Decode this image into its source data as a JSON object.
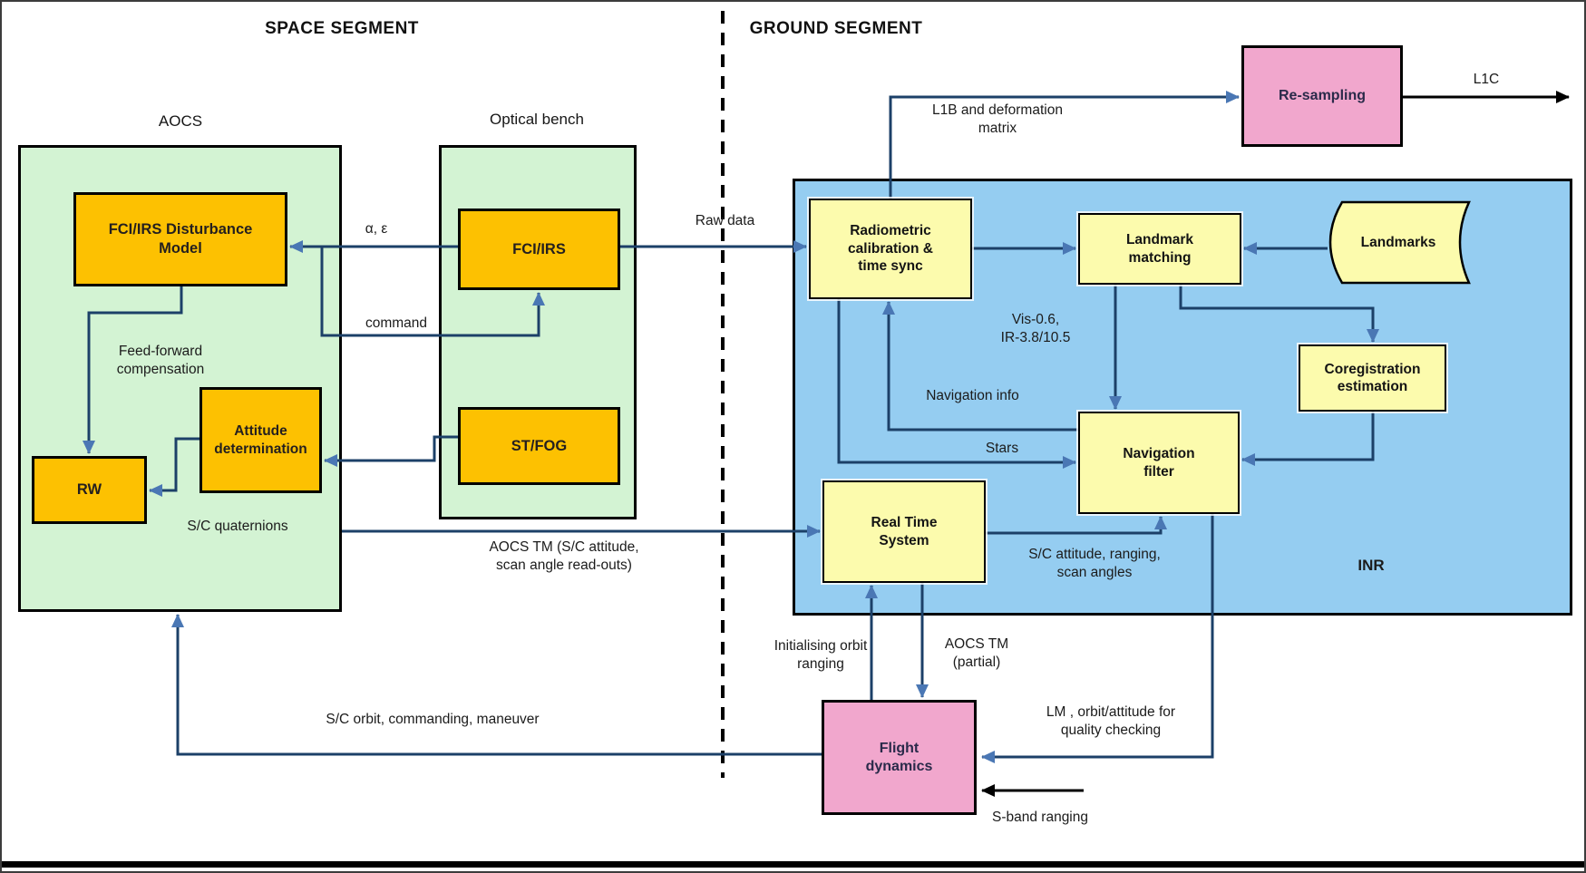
{
  "titles": {
    "space": "SPACE SEGMENT",
    "ground": "GROUND SEGMENT"
  },
  "space_segment": {
    "aocs_group_label": "AOCS",
    "optical_group_label": "Optical bench",
    "boxes": {
      "disturbance": "FCI/IRS Disturbance\nModel",
      "fci_irs": "FCI/IRS",
      "st_fog": "ST/FOG",
      "attitude_det": "Attitude\ndetermination",
      "rw": "RW"
    }
  },
  "ground_segment": {
    "inr_label": "INR",
    "boxes": {
      "resampling": "Re-sampling",
      "radiometric": "Radiometric\ncalibration &\ntime sync",
      "landmark_matching": "Landmark\nmatching",
      "landmarks": "Landmarks",
      "coregistration": "Coregistration\nestimation",
      "nav_filter": "Navigation\nfilter",
      "real_time": "Real Time\nSystem",
      "flight_dynamics": "Flight\ndynamics"
    }
  },
  "flow_labels": {
    "alpha_eps": "α, ε",
    "command": "command",
    "raw_data": "Raw data",
    "l1b": "L1B and deformation\nmatrix",
    "l1c": "L1C",
    "vis_ir": "Vis-0.6,\nIR-3.8/10.5",
    "navigation_info": "Navigation info",
    "stars": "Stars",
    "sc_attitude": "S/C attitude, ranging,\nscan angles",
    "aocs_tm": "AOCS TM (S/C attitude,\nscan angle read-outs)",
    "sc_quaternions": "S/C quaternions",
    "feed_forward": "Feed-forward\ncompensation",
    "init_orbit": "Initialising orbit\nranging",
    "aocs_tm_partial": "AOCS TM\n(partial)",
    "lm_orbit": "LM , orbit/attitude for\nquality checking",
    "s_band": "S-band ranging",
    "sc_orbit": "S/C orbit, commanding, maneuver"
  },
  "colors": {
    "group_green": "#d3f3d3",
    "block_orange": "#fdc101",
    "block_yellow": "#fcfbad",
    "inr_blue": "#95cdf1",
    "block_pink": "#f1a7cd",
    "line_navy": "#1c4068",
    "arrowhead_blue": "#4a77b4",
    "arrow_black": "#000000"
  }
}
